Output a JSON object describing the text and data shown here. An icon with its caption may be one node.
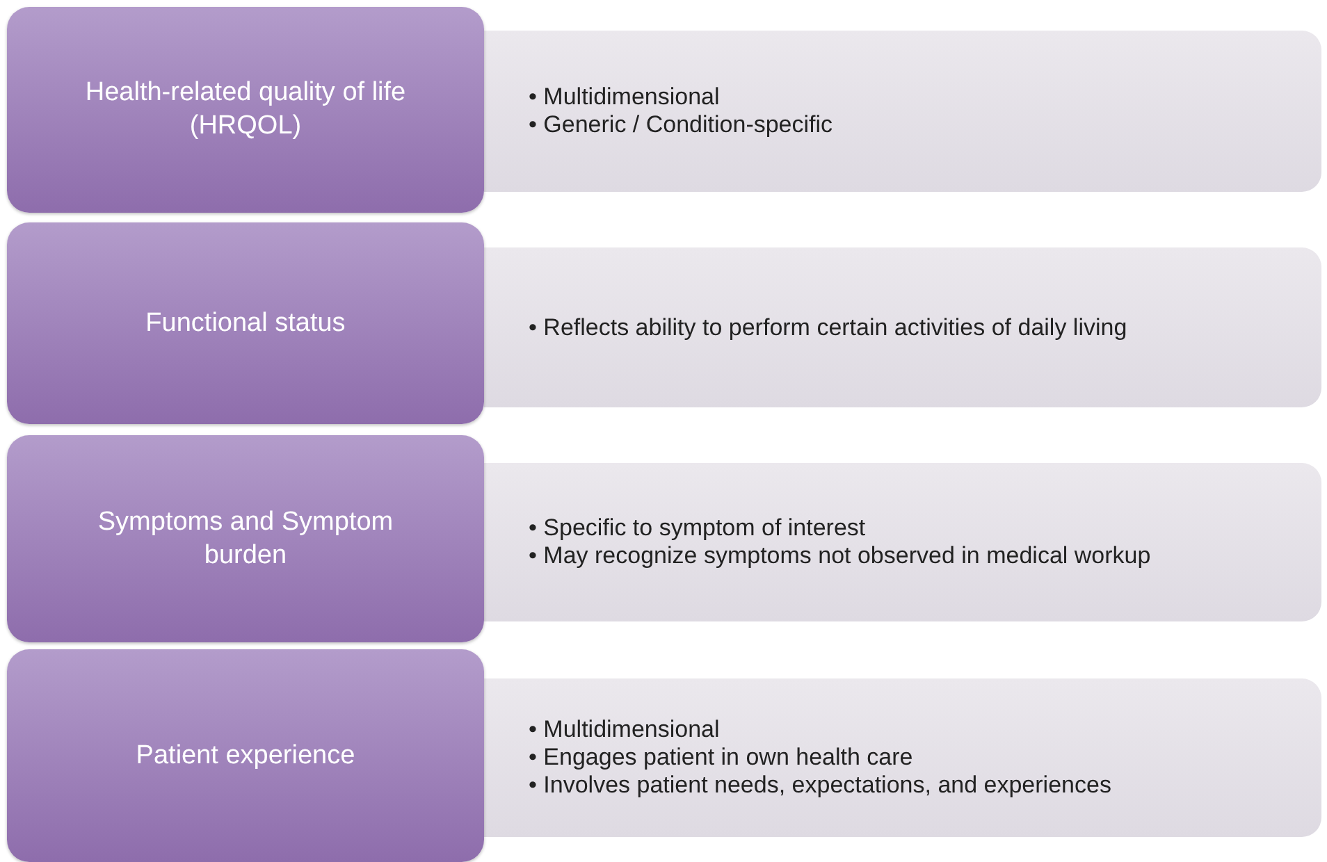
{
  "diagram": {
    "nodes": [
      {
        "text": [
          "Health-related quality of life (HRQOL)"
        ]
      },
      {
        "text": [
          "• Multidimensional",
          "• Generic / Condition-specific"
        ]
      },
      {
        "text": [
          "Functional status"
        ]
      },
      {
        "text": [
          "• Reflects ability to perform certain activities of daily living"
        ]
      },
      {
        "text": [
          "Symptoms and Symptom burden"
        ]
      },
      {
        "text": [
          "• Specific to symptom of interest",
          "• May recognize symptoms not observed in medical workup"
        ]
      },
      {
        "text": [
          "Patient experience"
        ]
      },
      {
        "text": [
          "• Multidimensional",
          "• Engages patient in own health care",
          "• Involves patient needs, expectations, and experiences"
        ]
      }
    ]
  }
}
